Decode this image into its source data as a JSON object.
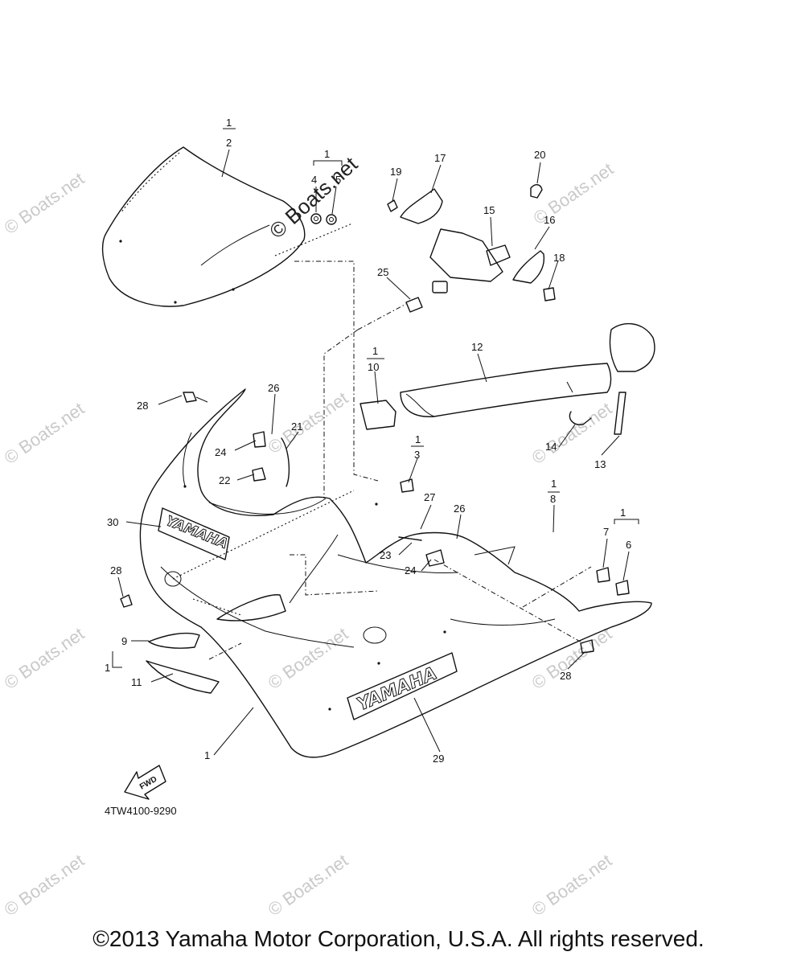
{
  "diagram": {
    "code": "4TW4100-9290",
    "fwd_label": "FWD",
    "logo_text": "YAMAHA",
    "watermark": "© Boats.net",
    "copyright": "©2013 Yamaha Motor Corporation, U.S.A. All rights reserved.",
    "callouts": [
      {
        "id": "c1a",
        "label": "1"
      },
      {
        "id": "c2",
        "label": "2"
      },
      {
        "id": "c1b",
        "label": "1"
      },
      {
        "id": "c4",
        "label": "4"
      },
      {
        "id": "c5",
        "label": "5"
      },
      {
        "id": "c19",
        "label": "19"
      },
      {
        "id": "c17",
        "label": "17"
      },
      {
        "id": "c20",
        "label": "20"
      },
      {
        "id": "c15",
        "label": "15"
      },
      {
        "id": "c16",
        "label": "16"
      },
      {
        "id": "c18",
        "label": "18"
      },
      {
        "id": "c25",
        "label": "25"
      },
      {
        "id": "c1c",
        "label": "1"
      },
      {
        "id": "c10",
        "label": "10"
      },
      {
        "id": "c12",
        "label": "12"
      },
      {
        "id": "c28a",
        "label": "28"
      },
      {
        "id": "c26a",
        "label": "26"
      },
      {
        "id": "c21",
        "label": "21"
      },
      {
        "id": "c24a",
        "label": "24"
      },
      {
        "id": "c22",
        "label": "22"
      },
      {
        "id": "c1d",
        "label": "1"
      },
      {
        "id": "c3",
        "label": "3"
      },
      {
        "id": "c14",
        "label": "14"
      },
      {
        "id": "c13",
        "label": "13"
      },
      {
        "id": "c27",
        "label": "27"
      },
      {
        "id": "c26b",
        "label": "26"
      },
      {
        "id": "c1e",
        "label": "1"
      },
      {
        "id": "c8",
        "label": "8"
      },
      {
        "id": "c1f",
        "label": "1"
      },
      {
        "id": "c7",
        "label": "7"
      },
      {
        "id": "c6",
        "label": "6"
      },
      {
        "id": "c30",
        "label": "30"
      },
      {
        "id": "c23",
        "label": "23"
      },
      {
        "id": "c24b",
        "label": "24"
      },
      {
        "id": "c28b",
        "label": "28"
      },
      {
        "id": "c9",
        "label": "9"
      },
      {
        "id": "c1g",
        "label": "1"
      },
      {
        "id": "c11",
        "label": "11"
      },
      {
        "id": "c28c",
        "label": "28"
      },
      {
        "id": "c1h",
        "label": "1"
      },
      {
        "id": "c29",
        "label": "29"
      }
    ]
  }
}
